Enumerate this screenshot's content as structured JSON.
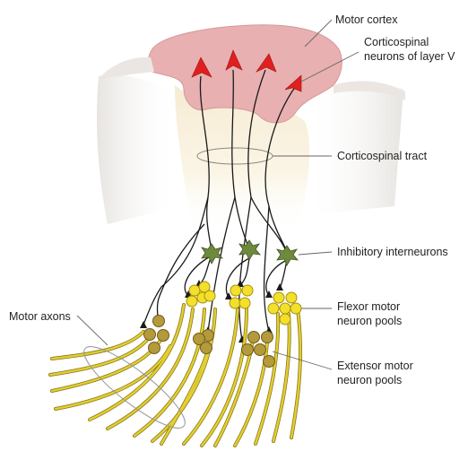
{
  "labels": {
    "motor_cortex": "Motor cortex",
    "corticospinal_line1": "Corticospinal",
    "corticospinal_line2": "neurons of layer V",
    "corticospinal_tract": "Corticospinal tract",
    "inhibitory_interneurons": "Inhibitory interneurons",
    "flexor_line1": "Flexor motor",
    "flexor_line2": "neuron pools",
    "motor_axons": "Motor axons",
    "extensor_line1": "Extensor motor",
    "extensor_line2": "neuron pools"
  },
  "colors": {
    "cortex": "#e8b0b0",
    "cortex_edge": "#d59a9a",
    "pyramidal_neuron": "#e02020",
    "interneuron": "#6e8a3c",
    "flexor_neuron": "#f2e02a",
    "extensor_neuron": "#b59a3c",
    "axon": "#d9c42a",
    "axon_dark": "#8a7a1e"
  },
  "icons": {
    "pyramidal_neuron": "red-triangle",
    "interneuron": "green-star",
    "motor_neuron": "circle"
  }
}
